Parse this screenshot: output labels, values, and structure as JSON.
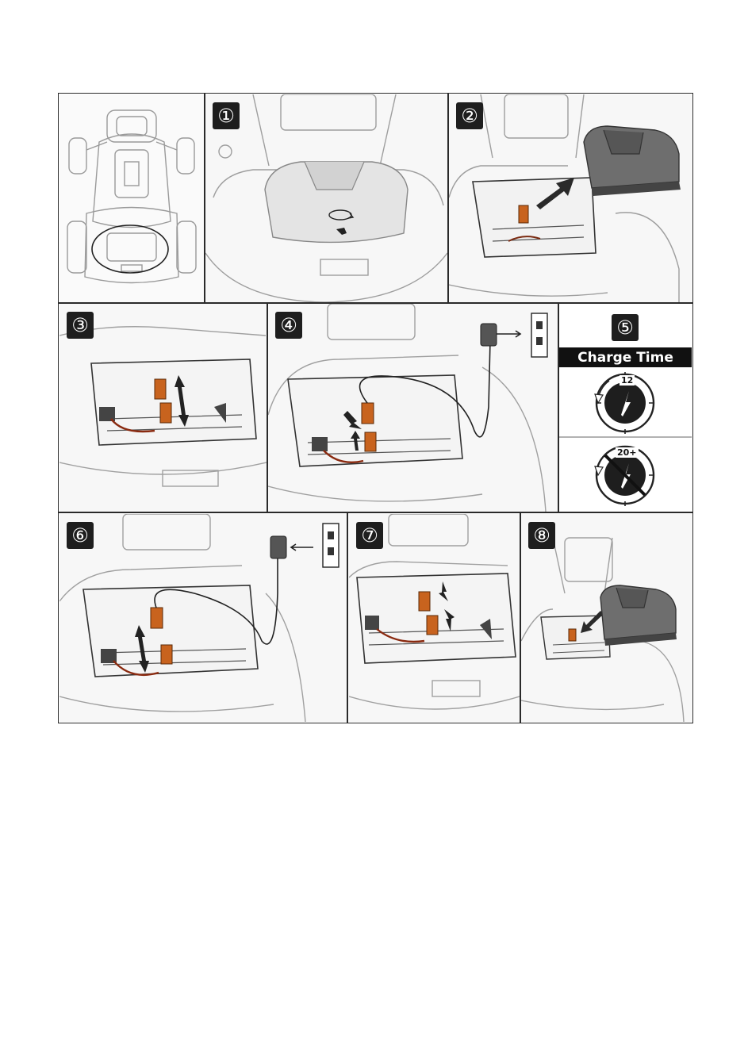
{
  "steps": {
    "s1": "①",
    "s2": "②",
    "s3": "③",
    "s4": "④",
    "s5": "⑤",
    "s6": "⑥",
    "s7": "⑦",
    "s8": "⑧"
  },
  "charge": {
    "title": "Charge Time",
    "clock_ok": "12",
    "clock_no": "20+"
  },
  "colors": {
    "connector": "#c8631e",
    "badge": "#1e1e1e",
    "line": "#8a8a8a"
  }
}
